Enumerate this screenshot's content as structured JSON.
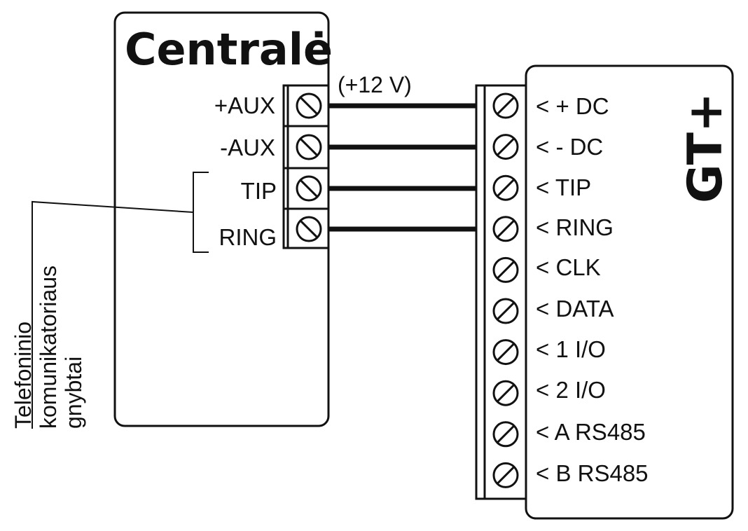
{
  "central_unit": {
    "title": "Centralė",
    "terminals": [
      {
        "label": "+AUX"
      },
      {
        "label": "-AUX"
      },
      {
        "label": "TIP"
      },
      {
        "label": "RING"
      }
    ],
    "voltage_note": "(+12 V)"
  },
  "annotation": {
    "lines": [
      "Telefoninio",
      "komunikatoriaus",
      "gnybtai"
    ]
  },
  "module": {
    "title": "GT+",
    "terminals": [
      {
        "label": "< + DC"
      },
      {
        "label": "< - DC"
      },
      {
        "label": "< TIP"
      },
      {
        "label": "< RING"
      },
      {
        "label": "< CLK"
      },
      {
        "label": "< DATA"
      },
      {
        "label": "< 1 I/O"
      },
      {
        "label": "< 2 I/O"
      },
      {
        "label": "< A RS485"
      },
      {
        "label": "< B RS485"
      }
    ]
  },
  "connections": [
    {
      "from": "+AUX",
      "to": "+ DC"
    },
    {
      "from": "-AUX",
      "to": "- DC"
    },
    {
      "from": "TIP",
      "to": "TIP"
    },
    {
      "from": "RING",
      "to": "RING"
    }
  ],
  "colors": {
    "stroke": "#111111",
    "background": "#ffffff"
  }
}
